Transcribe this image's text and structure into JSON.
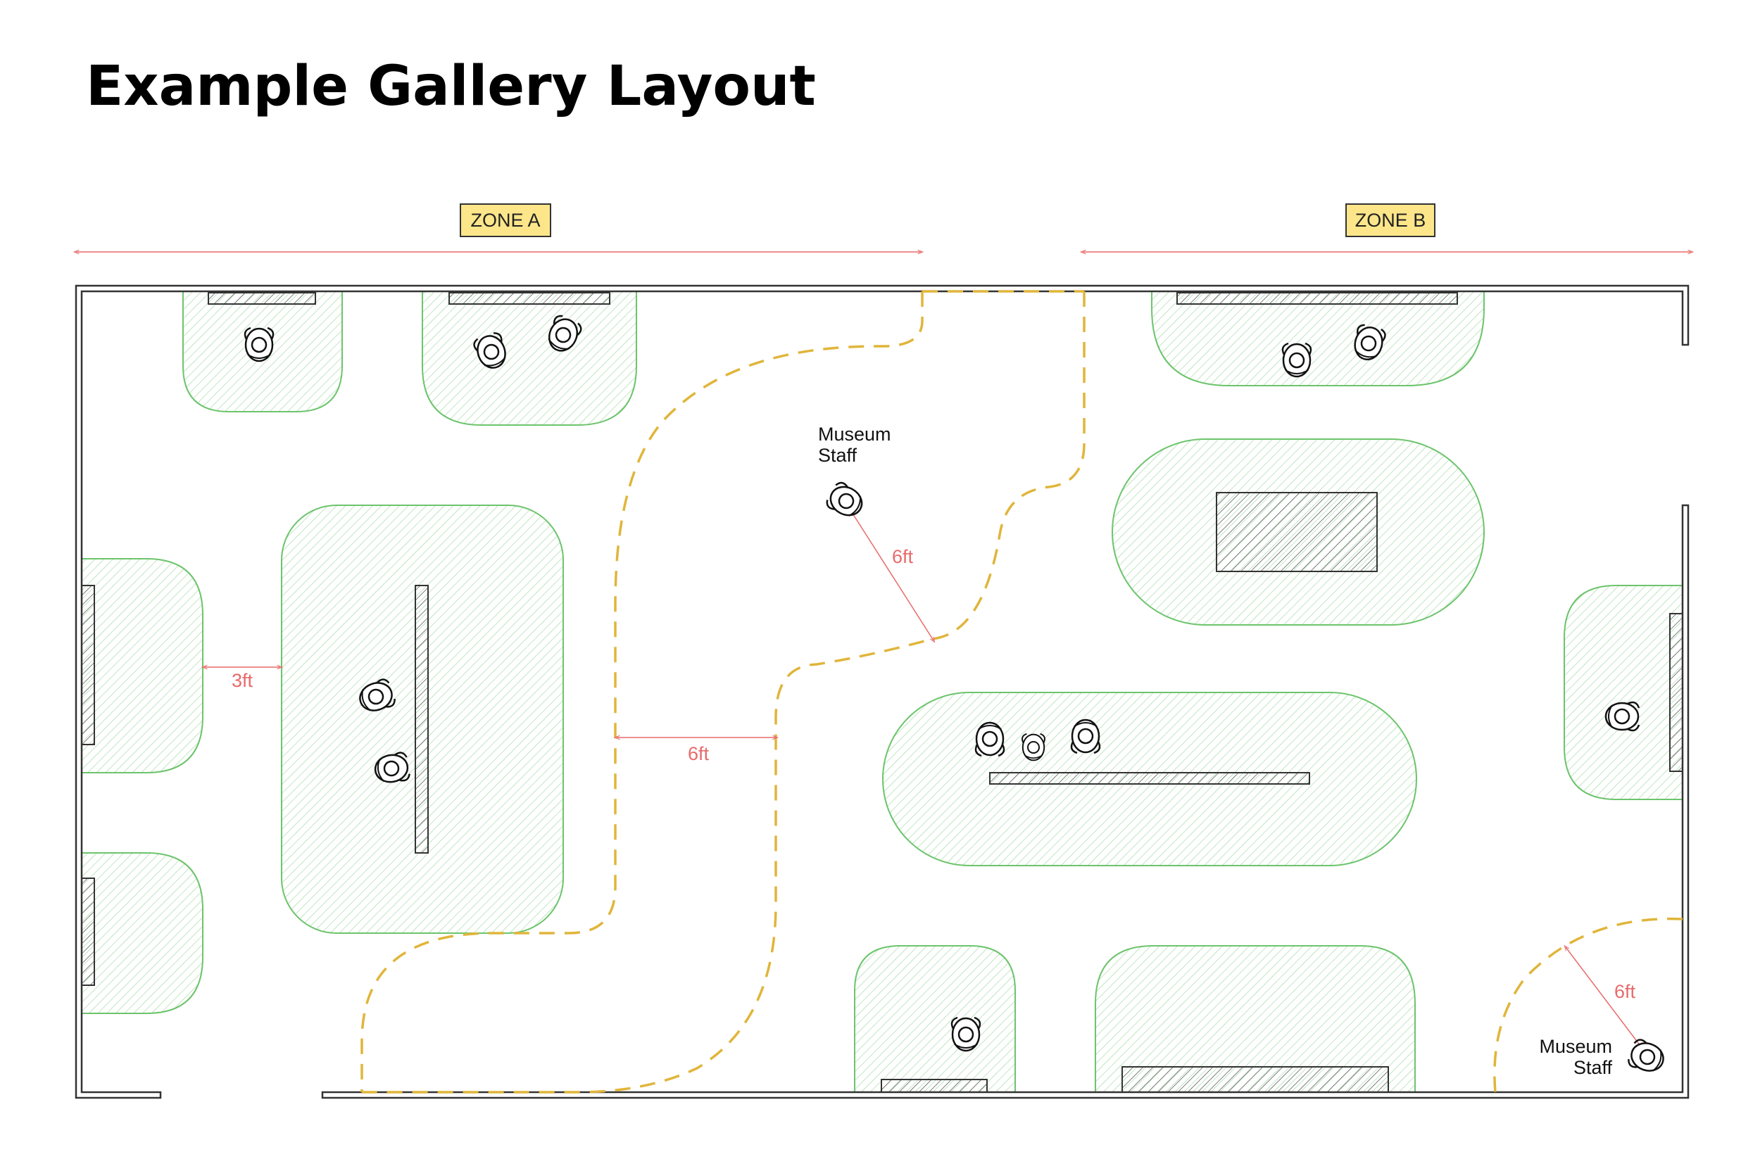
{
  "title": "Example Gallery Layout",
  "zones": [
    {
      "label": "ZONE A"
    },
    {
      "label": "ZONE B"
    }
  ],
  "measurements": [
    "3ft",
    "6ft",
    "6ft",
    "6ft"
  ],
  "staff_labels": [
    {
      "line1": "Museum",
      "line2": "Staff"
    },
    {
      "line1": "Museum",
      "line2": "Staff"
    }
  ],
  "colors": {
    "zone_badge_fill": "#fde68a",
    "viewing_area_stroke": "#6cc46c",
    "path_dash": "#e0b53a",
    "dimension": "#e96a6a",
    "wall": "#333333"
  },
  "icons": [
    "visitor-icon",
    "staff-icon",
    "display-case",
    "wall-panel"
  ]
}
